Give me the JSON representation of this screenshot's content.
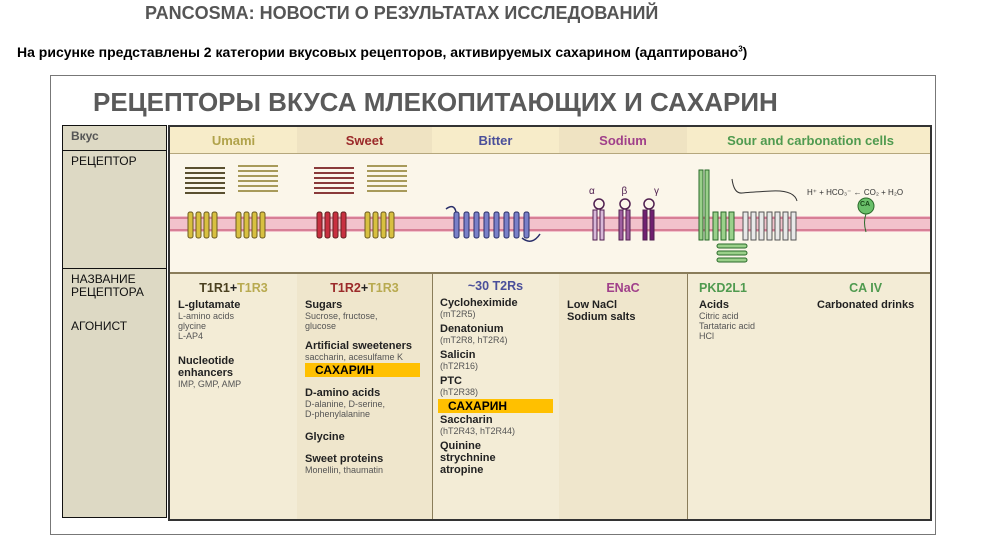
{
  "header": {
    "title": "PANCOSMA: НОВОСТИ О РЕЗУЛЬТАТАХ ИССЛЕДОВАНИЙ",
    "subtitle": "На рисунке представлены 2 категории вкусовых рецепторов, активируемых сахарином (адаптировано",
    "subtitle_sup": "3",
    ")": ")"
  },
  "slide": {
    "title": "РЕЦЕПТОРЫ ВКУСА МЛЕКОПИТАЮЩИХ И САХАРИН",
    "row_labels": {
      "taste": "Вкус",
      "receptor": "РЕЦЕПТОР",
      "name": "НАЗВАНИЕ РЕЦЕПТОРА",
      "agonist": "АГОНИСТ"
    },
    "highlight": "САХАРИН"
  },
  "columns": [
    {
      "taste": "Umami",
      "color": "#b0a24a",
      "name_a": "T1R1",
      "plus": "+",
      "name_b": "T1R3",
      "groups": [
        {
          "title": "L-glutamate",
          "sub": [
            "L-amino acids",
            "glycine",
            "L-AP4"
          ]
        },
        {
          "title": "Nucleotide enhancers",
          "sub": [
            "IMP, GMP, AMP"
          ]
        }
      ]
    },
    {
      "taste": "Sweet",
      "color": "#9b2a2a",
      "name_a": "T1R2",
      "plus": "+",
      "name_b": "T1R3",
      "groups": [
        {
          "title": "Sugars",
          "sub": [
            "Sucrose, fructose,",
            "glucose"
          ]
        },
        {
          "title": "Artificial sweeteners",
          "sub": [
            "saccharin, acesulfame K"
          ]
        },
        {
          "title": "D-amino acids",
          "sub": [
            "D-alanine, D-serine,",
            "D-phenylalanine"
          ]
        },
        {
          "title": "Glycine",
          "sub": []
        },
        {
          "title": "Sweet proteins",
          "sub": [
            "Monellin, thaumatin"
          ]
        }
      ]
    },
    {
      "taste": "Bitter",
      "color": "#4a4f9a",
      "name": "~30 T2Rs",
      "groups": [
        {
          "title": "Cycloheximide",
          "sub": [
            "(mT2R5)"
          ]
        },
        {
          "title": "Denatonium",
          "sub": [
            "(mT2R8, hT2R4)"
          ]
        },
        {
          "title": "Salicin",
          "sub": [
            "(hT2R16)"
          ]
        },
        {
          "title": "PTC",
          "sub": [
            "(hT2R38)"
          ]
        },
        {
          "title": "Saccharin",
          "sub": [
            "(hT2R43, hT2R44)"
          ]
        },
        {
          "title": "Quinine strychnine atropine",
          "sub": []
        }
      ]
    },
    {
      "taste": "Sodium",
      "color": "#a0408a",
      "name": "ENaC",
      "subunits": [
        "α",
        "β",
        "γ"
      ],
      "groups": [
        {
          "title": "Low NaCl",
          "sub": []
        },
        {
          "title": "Sodium salts",
          "sub": []
        }
      ]
    },
    {
      "taste": "Sour and carbonation cells",
      "color": "#4f9a4f",
      "reaction": "H⁺ + HCO₃⁻ ← CO₂ + H₂O",
      "enzyme": "CA",
      "pkd": {
        "name": "PKD2L1",
        "title": "Acids",
        "sub": [
          "Citric acid",
          "Tartataric acid",
          "HCl"
        ]
      },
      "ca": {
        "name": "CA IV",
        "title": "Carbonated drinks"
      }
    }
  ]
}
